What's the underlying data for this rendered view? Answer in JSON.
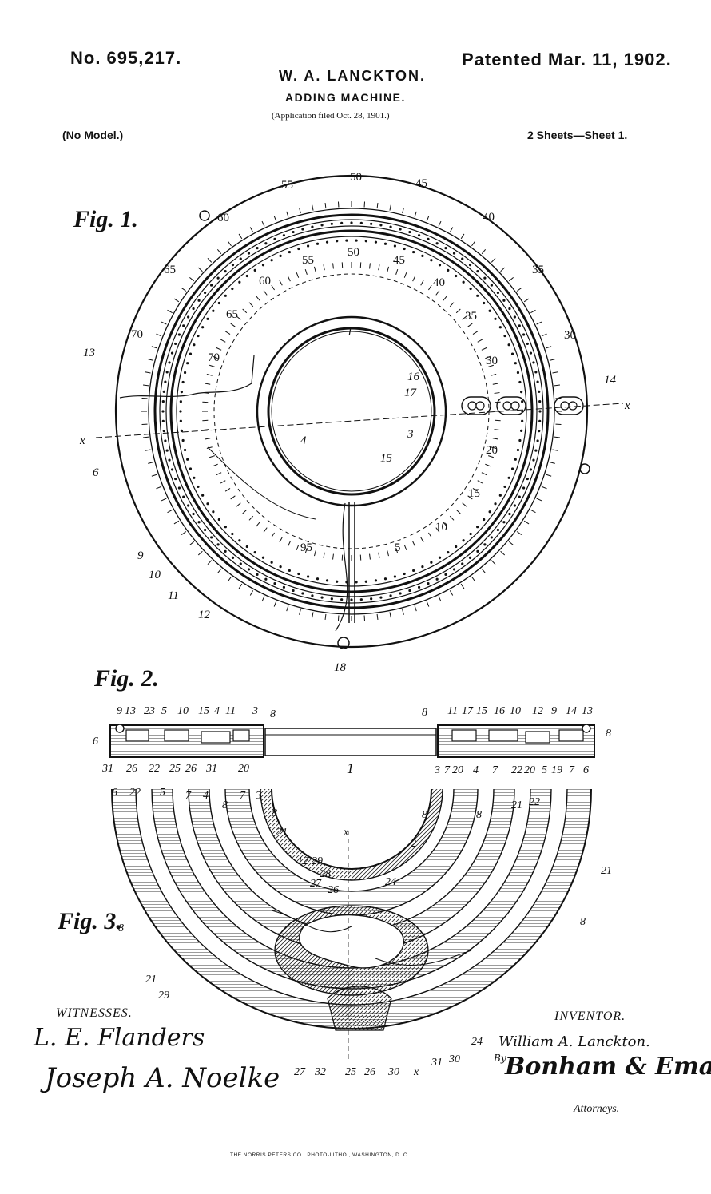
{
  "header": {
    "patent_number": "No. 695,217.",
    "patent_date": "Patented Mar. 11, 1902.",
    "inventor_name": "W. A. LANCKTON.",
    "title": "ADDING MACHINE.",
    "application_filed": "(Application filed Oct. 28, 1901.)",
    "no_model": "(No Model.)",
    "sheets": "2 Sheets—Sheet 1."
  },
  "figures": {
    "fig1": {
      "label": "Fig. 1."
    },
    "fig2": {
      "label": "Fig. 2."
    },
    "fig3": {
      "label": "Fig. 3."
    }
  },
  "dial": {
    "outer_scale_labels": [
      "50",
      "55",
      "60",
      "65",
      "70",
      "45",
      "40",
      "35",
      "30"
    ],
    "inner_scale_labels": [
      "50",
      "55",
      "60",
      "65",
      "70",
      "45",
      "40",
      "35",
      "30",
      "20",
      "15",
      "10",
      "5",
      "95"
    ],
    "section_line_label": "x"
  },
  "reference_numerals": {
    "fig1": [
      "1",
      "3",
      "4",
      "6",
      "9",
      "10",
      "11",
      "12",
      "13",
      "14",
      "15",
      "16",
      "17",
      "18"
    ],
    "fig2": [
      "9",
      "13",
      "23",
      "5",
      "10",
      "15",
      "4",
      "11",
      "3",
      "8",
      "6",
      "31",
      "26",
      "22",
      "25",
      "26",
      "31",
      "20",
      "1",
      "8",
      "11",
      "17",
      "15",
      "16",
      "10",
      "12",
      "9",
      "14",
      "13",
      "8",
      "3",
      "7",
      "20",
      "4",
      "7",
      "22",
      "20",
      "5",
      "19",
      "7",
      "6"
    ],
    "fig3": [
      "6",
      "22",
      "5",
      "7",
      "4",
      "8",
      "7",
      "3",
      "8",
      "x",
      "8",
      "8",
      "21",
      "22",
      "21",
      "21",
      "2",
      "12",
      "29",
      "28",
      "27",
      "26",
      "24",
      "8",
      "8",
      "21",
      "29",
      "27",
      "32",
      "25",
      "26",
      "30",
      "x",
      "31",
      "30",
      "24"
    ]
  },
  "signatures": {
    "witnesses_label": "WITNESSES.",
    "witness_1": "L. E. Flanders",
    "witness_2": "Joseph A. Noelke",
    "inventor_label": "INVENTOR.",
    "inventor_signature": "William A. Lanckton.",
    "by": "By",
    "attorney_signature": "Bonham & Emal",
    "attorneys_label": "Attorneys."
  },
  "footer": {
    "printer_note": "THE NORRIS PETERS CO., PHOTO-LITHO., WASHINGTON, D. C."
  }
}
